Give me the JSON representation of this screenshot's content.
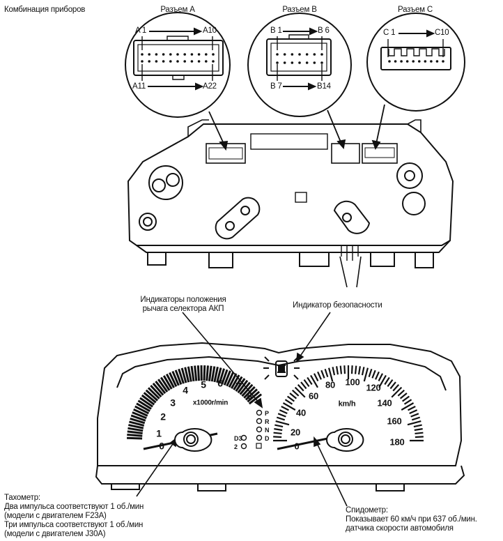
{
  "title": "Комбинация приборов",
  "connectors": [
    {
      "name": "Разъем A",
      "pin_first_top": "A 1",
      "pin_last_top": "A10",
      "pin_first_bottom": "A11",
      "pin_last_bottom": "A22"
    },
    {
      "name": "Разъем B",
      "pin_first_top": "B 1",
      "pin_last_top": "B 6",
      "pin_first_bottom": "B 7",
      "pin_last_bottom": "B14"
    },
    {
      "name": "Разъем C",
      "pin_first_top": "C 1",
      "pin_last_top": "C10"
    }
  ],
  "callouts": {
    "selector_line1": "Индикаторы положения",
    "selector_line2": "рычага селектора АКП",
    "security": "Индикатор безопасности"
  },
  "tachometer": {
    "unit": "x1000r/min",
    "ticks": [
      "0",
      "1",
      "2",
      "3",
      "4",
      "5",
      "6",
      "7",
      "8"
    ],
    "note_title": "Тахометр:",
    "note_lines": [
      "Два импульса соответствуют 1 об./мин",
      "(модели с двигателем F23A)",
      "Три импульса соответствуют 1 об./мин",
      "(модели с двигателем J30A)"
    ]
  },
  "speedometer": {
    "unit": "km/h",
    "ticks": [
      "0",
      "20",
      "40",
      "60",
      "80",
      "100",
      "120",
      "140",
      "160",
      "180"
    ],
    "note_title": "Спидометр:",
    "note_lines": [
      "Показывает 60 км/ч при 637 об./мин.",
      "датчика скорости автомобиля"
    ]
  },
  "gear_positions": [
    "P",
    "R",
    "N",
    "D",
    "D3",
    "2"
  ]
}
